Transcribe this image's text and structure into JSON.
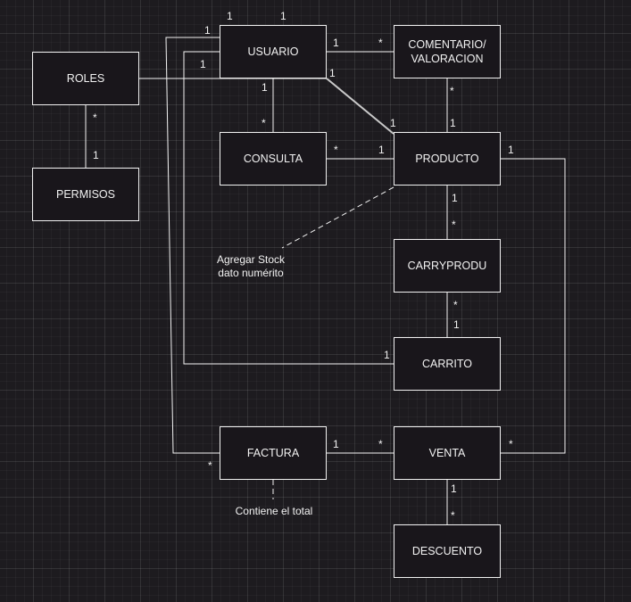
{
  "entities": {
    "usuario": "USUARIO",
    "comentario": "COMENTARIO/\nVALORACION",
    "roles": "ROLES",
    "permisos": "PERMISOS",
    "consulta": "CONSULTA",
    "producto": "PRODUCTO",
    "carryprodu": "CARRYPRODU",
    "carrito": "CARRITO",
    "factura": "FACTURA",
    "venta": "VENTA",
    "descuento": "DESCUENTO"
  },
  "notes": {
    "stock": "Agregar Stock\ndato numérito",
    "total": "Contiene el total"
  },
  "multiplicities": {
    "one": "1",
    "many": "*"
  },
  "colors": {
    "background": "#1d1b1f",
    "box_fill": "#19161b",
    "stroke": "#f2f2f2"
  }
}
